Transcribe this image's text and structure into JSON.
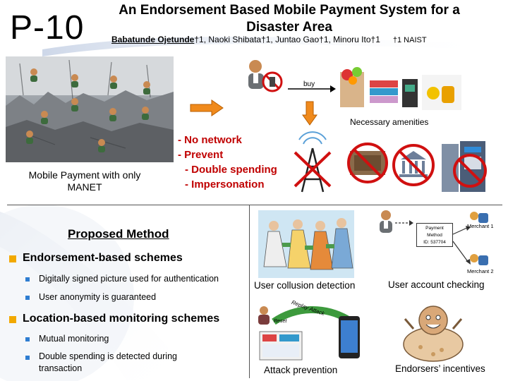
{
  "header": {
    "id": "P-10",
    "title": "An Endorsement Based Mobile Payment System for a Disaster Area",
    "presenter": "Babatunde Ojetunde",
    "presenter_mark": "†1",
    "coauthors": ", Naoki Shibata†1, Juntao Gao†1, Minoru Ito†1",
    "affiliation": "†1 NAIST"
  },
  "top_left": {
    "caption": "Mobile Payment with only MANET"
  },
  "flow": {
    "buy_label": "buy",
    "amenities_caption": "Necessary amenities"
  },
  "problems": {
    "items": [
      "- No network",
      "- Prevent",
      "  -  Double spending",
      "  -  Impersonation"
    ]
  },
  "method": {
    "title": "Proposed Method",
    "groups": [
      {
        "label": "Endorsement-based schemes",
        "subitems": [
          "Digitally signed picture used for authentication",
          "User anonymity is guaranteed"
        ]
      },
      {
        "label": "Location-based monitoring  schemes",
        "subitems": [
          "Mutual monitoring",
          "Double spending is detected during transaction"
        ]
      }
    ]
  },
  "panels": {
    "collusion": "User collusion detection",
    "account": "User account checking",
    "attack": "Attack prevention",
    "incentives": "Endorsers’ incentives",
    "payment_box": [
      "Payment",
      "Method",
      "ID: 537704"
    ],
    "merchant1": "Merchant 1",
    "merchant2": "Merchant 2",
    "attack_words": [
      "Replay",
      "Attack",
      "Reset"
    ]
  },
  "colors": {
    "problem_red": "#c00000",
    "main_bullet": "#f2a900",
    "sub_bullet": "#2e7dd1",
    "arrow_orange": "#f08a1c"
  }
}
